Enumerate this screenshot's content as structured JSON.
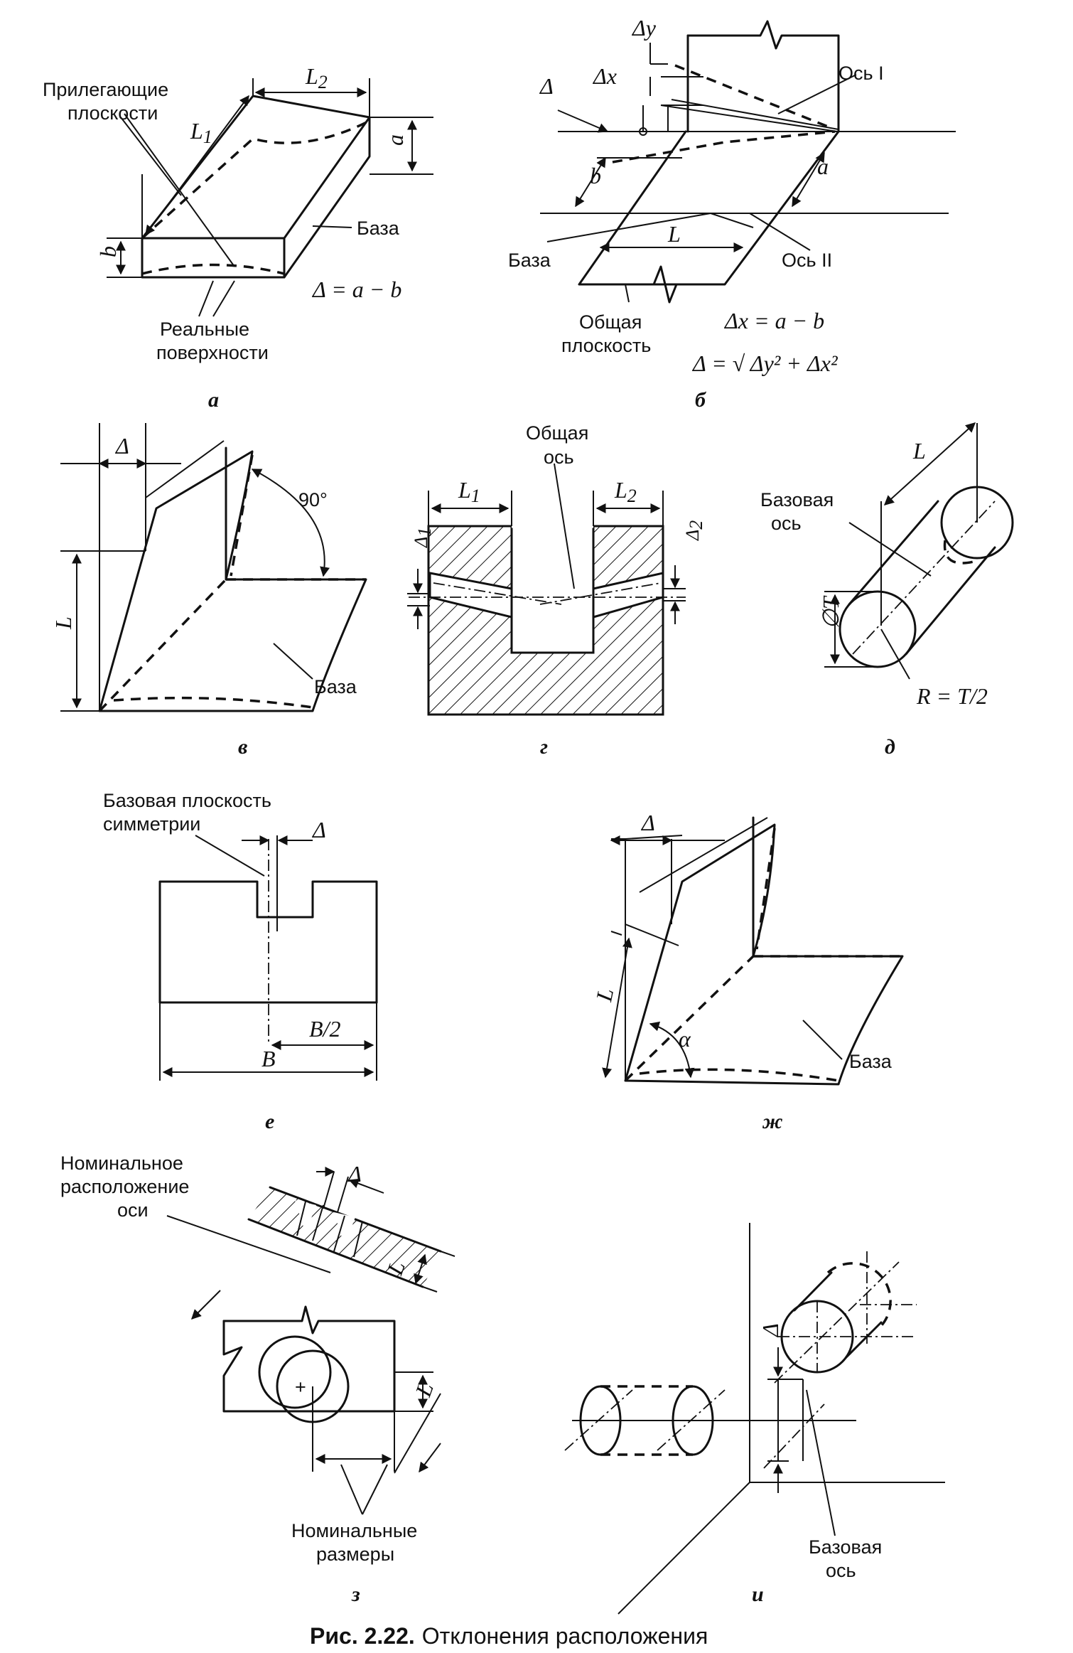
{
  "caption": {
    "prefix": "Рис. 2.22.",
    "text": "Отклонения расположения"
  },
  "panels": {
    "a": {
      "letter": "а",
      "adjacent_planes": [
        "Прилегающие",
        "плоскости"
      ],
      "real_surfaces": [
        "Реальные",
        "поверхности"
      ],
      "base": "База",
      "L1": "L",
      "L1_sub": "1",
      "L2": "L",
      "L2_sub": "2",
      "a": "a",
      "b": "b",
      "formula": "Δ = a − b"
    },
    "b": {
      "letter": "б",
      "delta": "Δ",
      "dx": "Δx",
      "dy": "Δy",
      "axis1": "Ось I",
      "axis2": "Ось II",
      "base": "База",
      "common_plane": [
        "Общая",
        "плоскость"
      ],
      "L": "L",
      "a": "a",
      "b": "b",
      "formula1": "Δx = a − b",
      "formula2": "Δ = √ Δy² + Δx²"
    },
    "v": {
      "letter": "в",
      "delta": "Δ",
      "angle": "90°",
      "L": "L",
      "base": "База"
    },
    "g": {
      "letter": "г",
      "common_axis": [
        "Общая",
        "ось"
      ],
      "L1": "L",
      "L1_sub": "1",
      "L2": "L",
      "L2_sub": "2",
      "d1": "Δ",
      "d1_sub": "1",
      "d2": "Δ",
      "d2_sub": "2"
    },
    "d": {
      "letter": "д",
      "base_axis": [
        "Базовая",
        "ось"
      ],
      "L": "L",
      "diam": "∅T",
      "radius": "R = T/2"
    },
    "e": {
      "letter": "е",
      "sym_plane": [
        "Базовая плоскость",
        "симметрии"
      ],
      "delta": "Δ",
      "half": "B/2",
      "B": "B"
    },
    "zh": {
      "letter": "ж",
      "delta": "Δ",
      "L": "L",
      "alpha": "α",
      "base": "База"
    },
    "z": {
      "letter": "з",
      "nominal_axis": [
        "Номинальное",
        "расположение",
        "оси"
      ],
      "nominal_dims": [
        "Номинальные",
        "размеры"
      ],
      "delta": "Δ",
      "L": "L"
    },
    "i": {
      "letter": "и",
      "base_axis": [
        "Базовая",
        "ось"
      ],
      "delta": "Δ"
    }
  }
}
